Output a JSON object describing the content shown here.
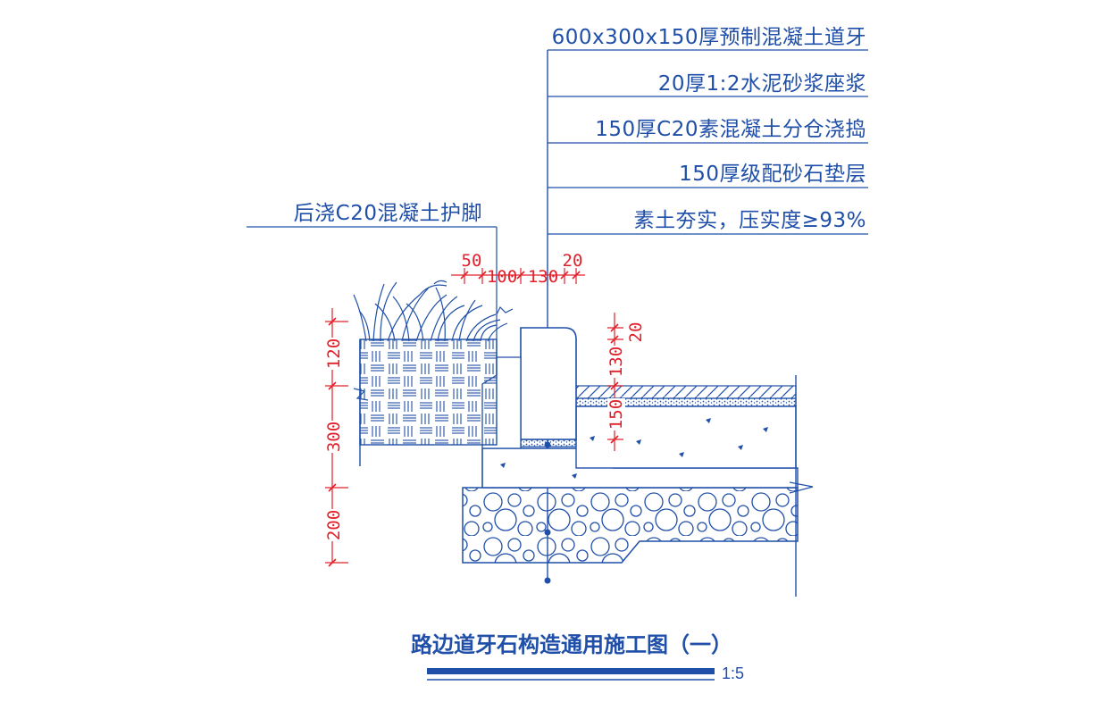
{
  "labels": {
    "layer1": "600x300x150厚预制混凝土道牙",
    "layer2": "20厚1:2水泥砂浆座浆",
    "layer3": "150厚C20素混凝土分仓浇捣",
    "layer4": "150厚级配砂石垫层",
    "layer5": "素土夯实，压实度≥93%",
    "left_note": "后浇C20混凝土护脚"
  },
  "dimensions": {
    "top_50": "50",
    "top_100": "100",
    "top_130": "130",
    "top_20": "20",
    "left_120": "120",
    "left_300": "300",
    "left_200": "200",
    "right_20": "20",
    "right_130": "130",
    "right_150": "150"
  },
  "title": {
    "text": "路边道牙石构造通用施工图（一）",
    "scale": "1:5"
  },
  "colors": {
    "line": "#1f4fa8",
    "dimension": "#e0202a"
  }
}
